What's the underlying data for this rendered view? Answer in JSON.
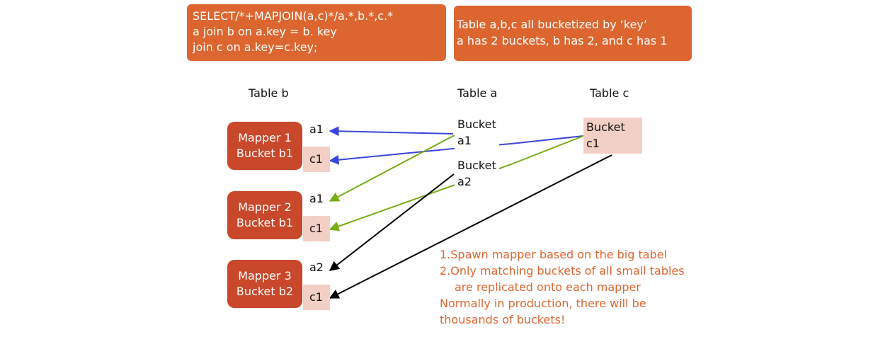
{
  "sql_box": {
    "lines": [
      "SELECT/*+MAPJOIN(a,c)*/a.*,b.*,c.*",
      "a join b on a.key = b. key",
      "join c on a.key=c.key;"
    ]
  },
  "info_box": {
    "lines": [
      "Table a,b,c all bucketized by ‘key’",
      "a has 2 buckets, b has 2, and c has 1"
    ]
  },
  "headers": {
    "table_b": "Table b",
    "table_a": "Table a",
    "table_c": "Table c"
  },
  "mappers": [
    {
      "line1": "Mapper 1",
      "line2": "Bucket b1",
      "a_label": "a1",
      "c_label": "c1"
    },
    {
      "line1": "Mapper 2",
      "line2": "Bucket b1",
      "a_label": "a1",
      "c_label": "c1"
    },
    {
      "line1": "Mapper 3",
      "line2": "Bucket b2",
      "a_label": "a2",
      "c_label": "c1"
    }
  ],
  "table_a_buckets": [
    {
      "line1": "Bucket",
      "line2": "a1"
    },
    {
      "line1": "Bucket",
      "line2": "a2"
    }
  ],
  "table_c_bucket": {
    "line1": "Bucket",
    "line2": "c1"
  },
  "notes": [
    "1.Spawn mapper based on the big tabel",
    "2.Only matching buckets of all small tables",
    "are replicated onto each mapper",
    "Normally in production, there will be",
    "thousands of buckets!"
  ],
  "colors": {
    "orange_box": "#dd6630",
    "mapper_box": "#c9472a",
    "c_bucket_fill": "#f2d0c5",
    "arrow_blue": "#3a46d8",
    "arrow_green": "#78ad12",
    "arrow_black": "#000000"
  }
}
